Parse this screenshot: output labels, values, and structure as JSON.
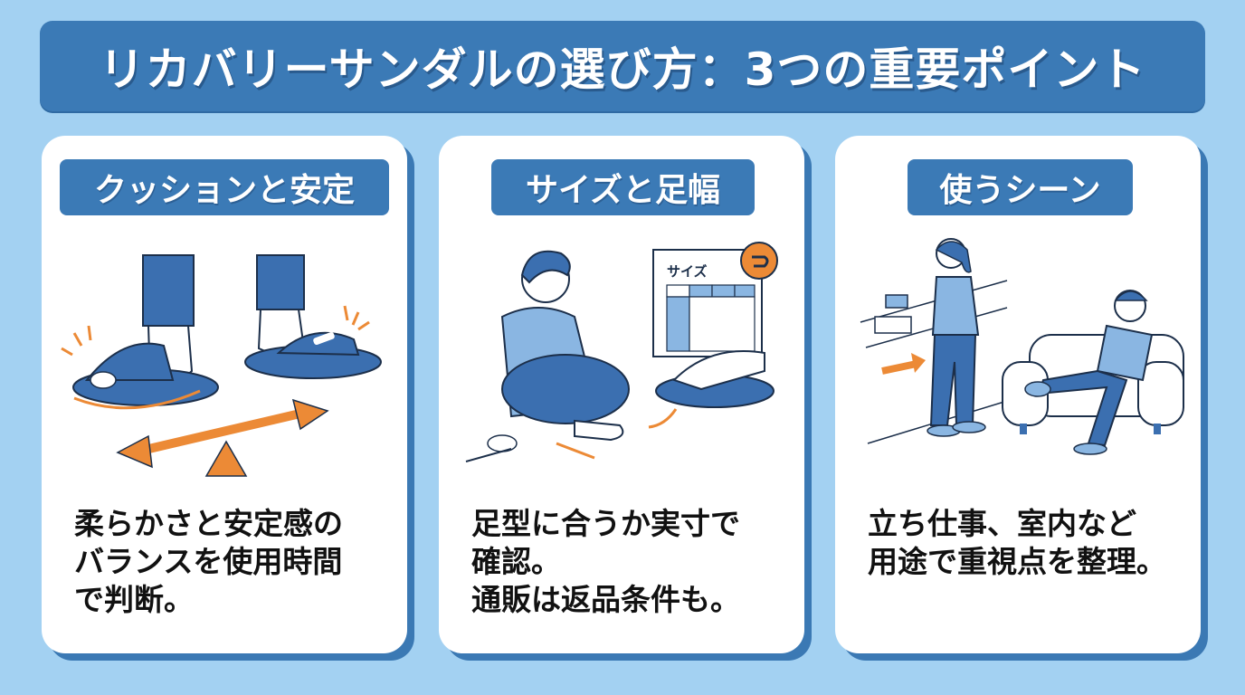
{
  "title": "リカバリーサンダルの選び方：3つの重要ポイント",
  "colors": {
    "background": "#a3d1f2",
    "primary": "#3b7ab6",
    "accent": "#ec8a36",
    "card": "#ffffff"
  },
  "cards": [
    {
      "heading": "クッションと安定",
      "illustration": "two-feet-in-sandals-with-seesaw-balance-icon",
      "description": "柔らかさと安定感の\nバランスを使用時間\nで判断。"
    },
    {
      "heading": "サイズと足幅",
      "illustration": "person-measuring-foot-with-size-chart-and-return-icon",
      "chart_label": "サイズ",
      "description": "足型に合うか実寸で\n確認。\n通販は返品条件も。"
    },
    {
      "heading": "使うシーン",
      "illustration": "standing-worker-at-register-and-person-relaxing-on-sofa",
      "description": "立ち仕事、室内など\n用途で重視点を整理。"
    }
  ]
}
